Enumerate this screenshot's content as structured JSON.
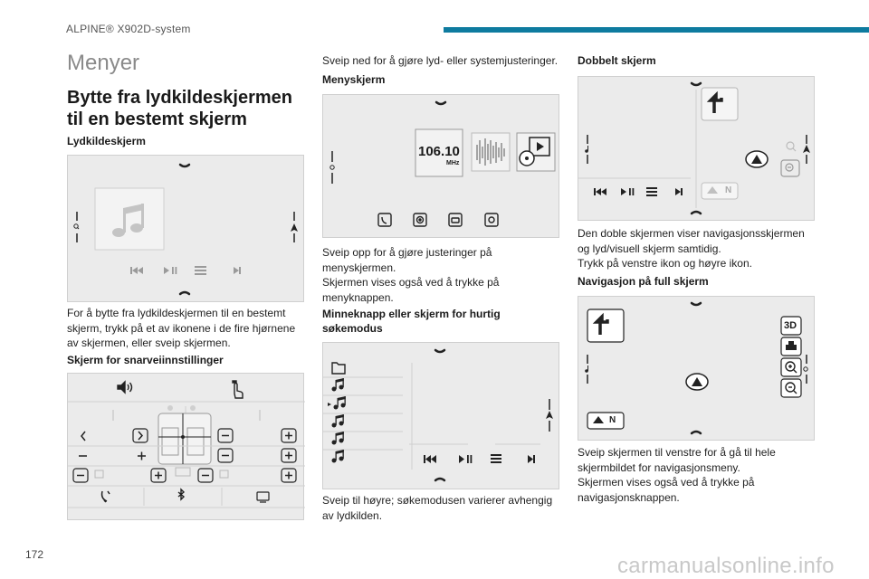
{
  "header": {
    "title": "ALPINE® X902D-system"
  },
  "page_number": "172",
  "watermark": "carmanualsonline.info",
  "col1": {
    "section": "Menyer",
    "title": "Bytte fra lydkildeskjermen til en bestemt skjerm",
    "sub_audio": "Lydkildeskjerm",
    "para_switch": "For å bytte fra lydkildeskjermen til en bestemt skjerm, trykk på et av ikonene i de fire hjørnene av skjermen, eller sveip skjermen.",
    "sub_shortcut": "Skjerm for snarveiinnstillinger"
  },
  "col2": {
    "para_swipe_down": "Sveip ned for å gjøre lyd- eller systemjusteringer.",
    "sub_menu": "Menyskjerm",
    "radio_freq": "106.10",
    "radio_unit": "MHz",
    "para_swipe_up": "Sveip opp for å gjøre justeringer på menyskjermen.\nSkjermen vises også ved å trykke på menyknappen.",
    "sub_memory": "Minneknapp eller skjerm for hurtig søkemodus",
    "para_swipe_right": "Sveip til høyre; søkemodusen varierer avhengig av lydkilden."
  },
  "col3": {
    "sub_dual": "Dobbelt skjerm",
    "compass_dual": "N",
    "para_dual": "Den doble skjermen viser navigasjonsskjermen og lyd/visuell skjerm samtidig.\nTrykk på venstre ikon og høyre ikon.",
    "sub_nav": "Navigasjon på full skjerm",
    "compass_nav": "N",
    "btn_3d": "3D",
    "para_nav": "Sveip skjermen til venstre for å gå til hele skjermbildet for navigasjonsmeny.\nSkjermen vises også ved å trykke på navigasjonsknappen."
  },
  "icons": [
    "music-note-icon",
    "search-icon",
    "navigation-arrow-icon",
    "previous-track-icon",
    "play-pause-icon",
    "equalizer-icon",
    "next-track-icon",
    "volume-icon",
    "hand-touch-icon",
    "phone-icon",
    "settings-gear-icon",
    "car-icon",
    "bluetooth-icon",
    "screen-icon",
    "folder-icon",
    "turn-arrow-icon",
    "zoom-in-icon",
    "zoom-out-icon",
    "traffic-icon",
    "cd-film-icon"
  ]
}
